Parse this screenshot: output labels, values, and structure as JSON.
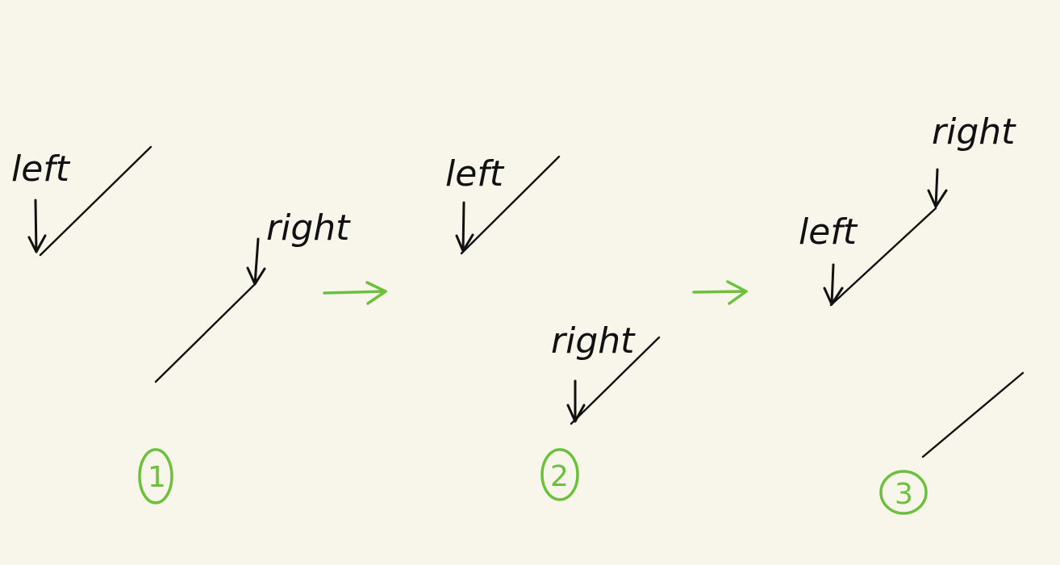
{
  "panels": [
    {
      "step": "1",
      "left_label": "left",
      "right_label": "right"
    },
    {
      "step": "2",
      "left_label": "left",
      "right_label": "right"
    },
    {
      "step": "3",
      "left_label": "left",
      "right_label": "right"
    }
  ],
  "colors": {
    "background": "#f8f6ea",
    "ink": "#111111",
    "accent": "#6cc13c"
  },
  "icons": {
    "transition": "green-right-arrow-icon",
    "pointer": "down-arrow-icon"
  }
}
